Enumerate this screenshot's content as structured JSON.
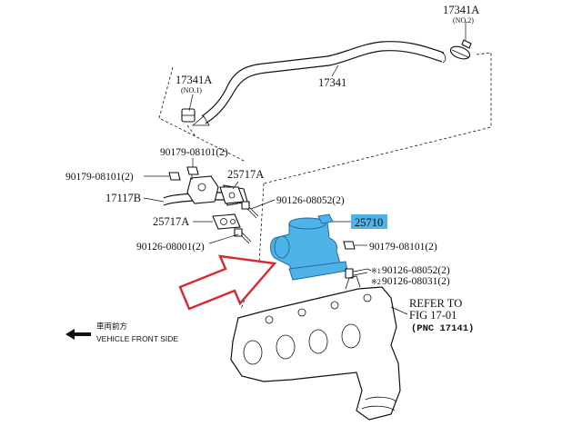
{
  "parts": {
    "hose_clamp_no2": {
      "number": "17341A",
      "sub": "(NO.2)"
    },
    "hose_clamp_no1": {
      "number": "17341A",
      "sub": "(NO.1)"
    },
    "hose": {
      "number": "17341"
    },
    "bolt_a": {
      "number": "90179-08101(2)"
    },
    "bolt_b": {
      "number": "90179-08101(2)"
    },
    "pipe": {
      "number": "17117B"
    },
    "gasket_upper": {
      "number": "25717A"
    },
    "gasket_lower": {
      "number": "25717A"
    },
    "stud_upper": {
      "number": "90126-08052(2)"
    },
    "stud_lower": {
      "number": "90126-08001(2)"
    },
    "egr_valve": {
      "number": "25710",
      "highlight": "#4fb3e8"
    },
    "nut_right": {
      "number": "90179-08101(2)"
    },
    "stud_note1": {
      "mark": "※1",
      "number": "90126-08052(2)"
    },
    "stud_note2": {
      "mark": "※2",
      "number": "90126-08031(2)"
    }
  },
  "reference": {
    "line1": "REFER TO",
    "line2": "FIG 17-01",
    "line3": "(PNC 17141)"
  },
  "direction": {
    "label_jp": "車両前方",
    "label_en": "VEHICLE FRONT SIDE"
  },
  "colors": {
    "highlight": "#4fb3e8",
    "arrow": "#d9282f",
    "ink": "#111111"
  }
}
